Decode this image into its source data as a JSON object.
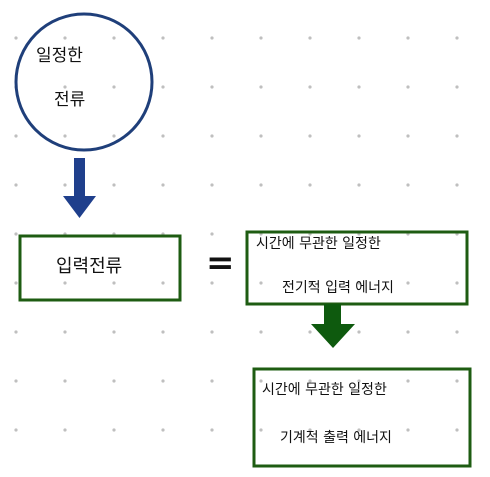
{
  "nodes": {
    "constant_current": {
      "line1": "일정한",
      "line2": "전류"
    },
    "input_current": {
      "label": "입력전류"
    },
    "equals_sign": "=",
    "input_definition": {
      "line1": "시간에 무관한 일정한",
      "line2": "전기적 입력 에너지"
    },
    "output_energy": {
      "line1": "시간에 무관한 일정한",
      "line2": "기계적 출력 에너지"
    }
  },
  "colors": {
    "circle_stroke": "#1f3f7a",
    "arrow_blue": "#1f3f8c",
    "box_stroke": "#1e5c12",
    "arrow_green": "#0e5a0e",
    "grid_dot": "#bfbfbf"
  }
}
